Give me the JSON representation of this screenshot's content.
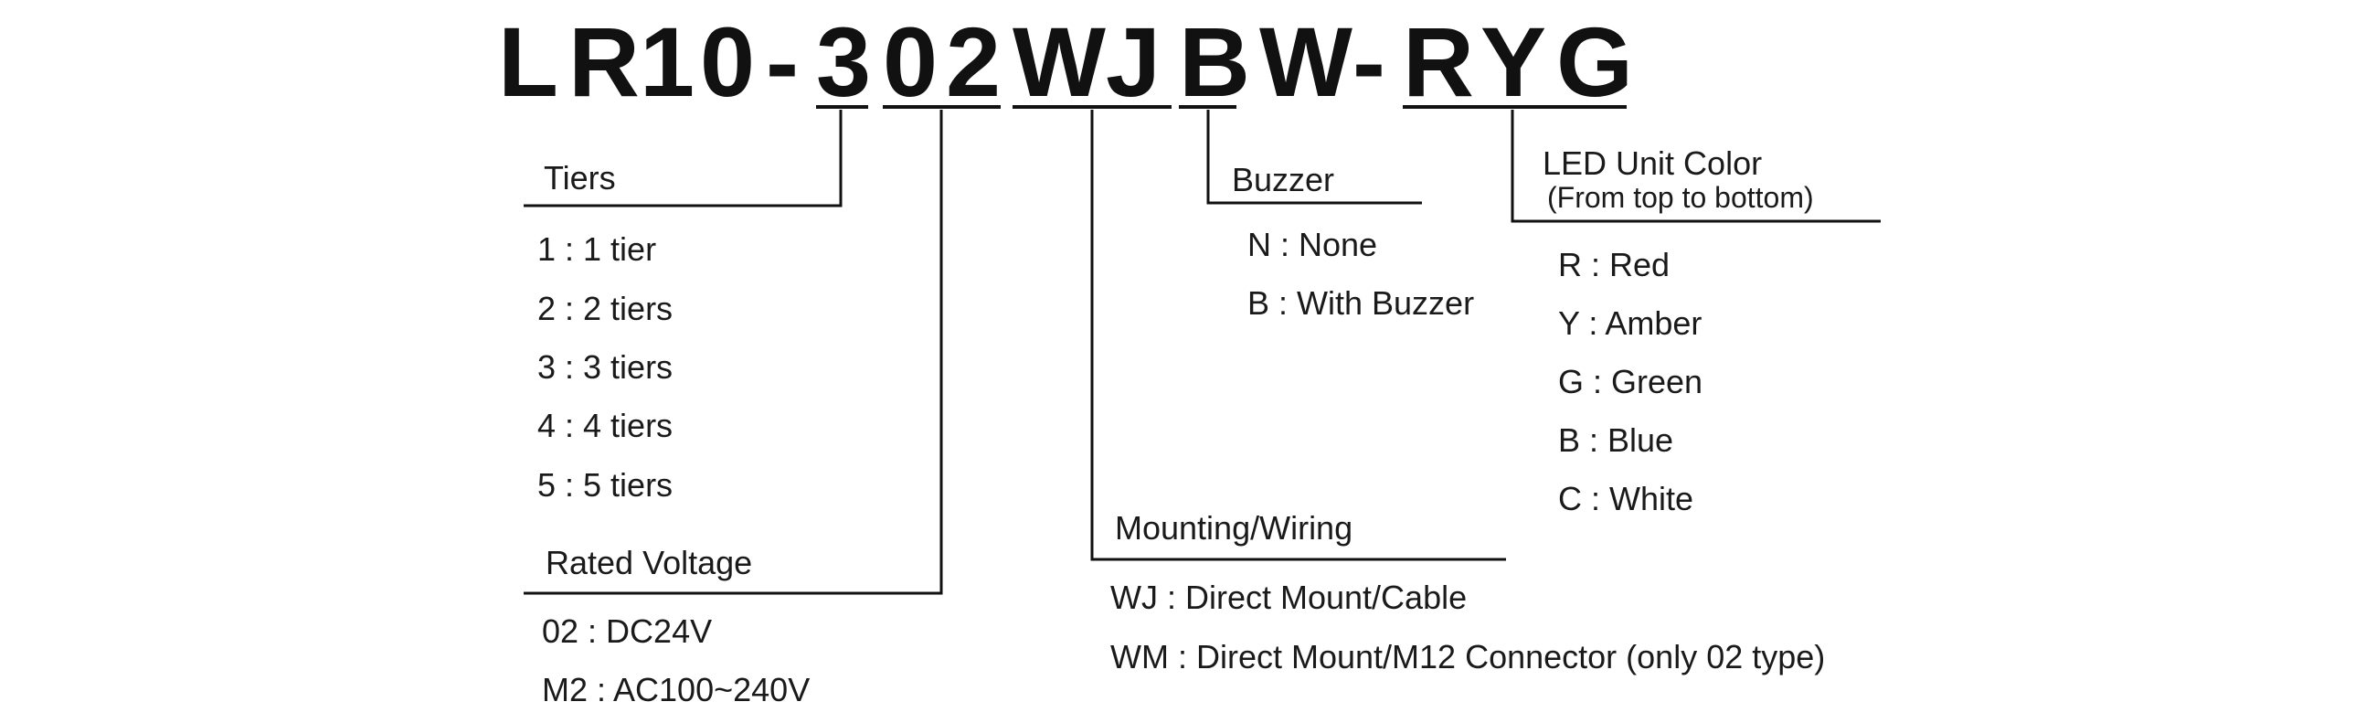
{
  "model_code": {
    "chars": [
      "L",
      "R",
      "1",
      "0",
      "-",
      "3",
      "0",
      "2",
      "W",
      "J",
      "B",
      "W",
      "-",
      "R",
      "Y",
      "G"
    ]
  },
  "tiers": {
    "heading": "Tiers",
    "options": [
      "1 : 1 tier",
      "2 : 2 tiers",
      "3 : 3 tiers",
      "4 : 4 tiers",
      "5 : 5 tiers"
    ]
  },
  "rated_voltage": {
    "heading": "Rated Voltage",
    "options": [
      "02 : DC24V",
      "M2 : AC100~240V"
    ]
  },
  "mounting_wiring": {
    "heading": "Mounting/Wiring",
    "options": [
      "WJ : Direct Mount/Cable",
      "WM : Direct Mount/M12 Connector (only 02 type)"
    ]
  },
  "buzzer": {
    "heading": "Buzzer",
    "options": [
      "N : None",
      "B : With Buzzer"
    ]
  },
  "led_unit_color": {
    "heading": "LED Unit Color",
    "subheading": "(From top to bottom)",
    "options": [
      "R : Red",
      "Y : Amber",
      "G : Green",
      "B : Blue",
      "C : White"
    ]
  }
}
